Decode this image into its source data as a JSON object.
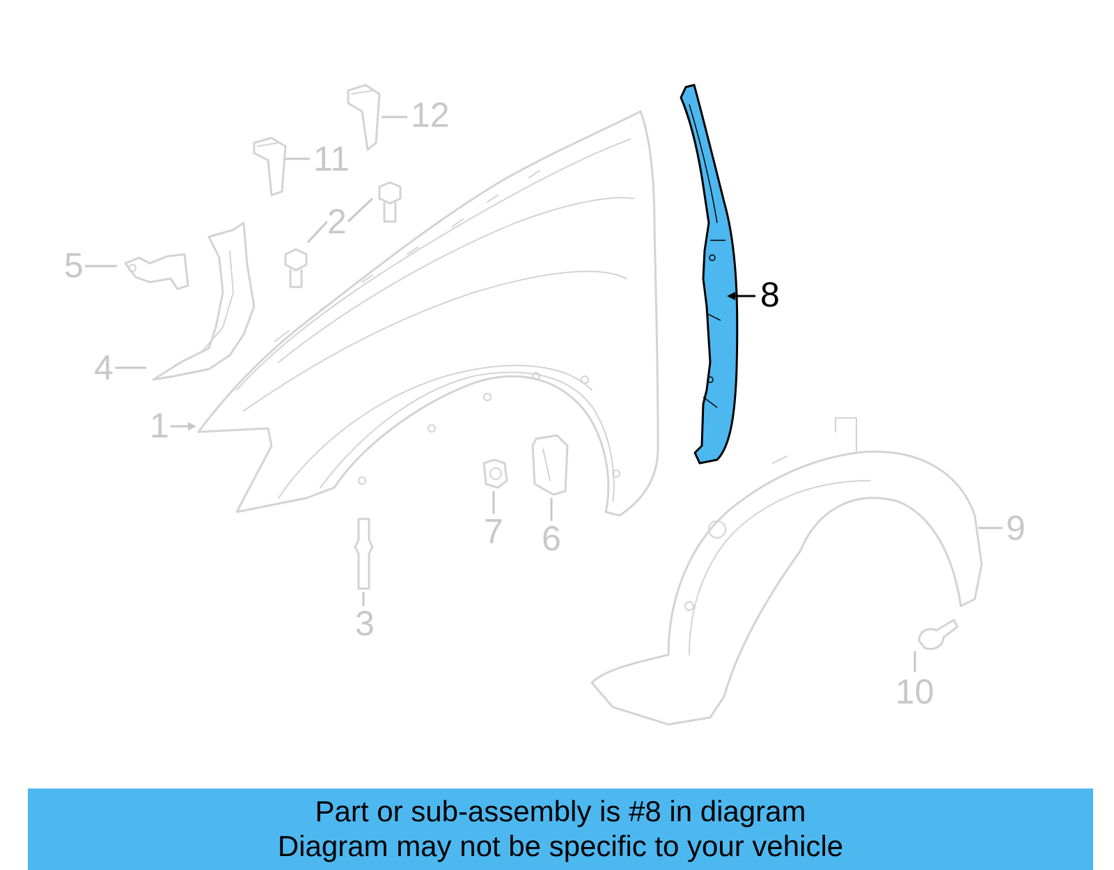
{
  "colors": {
    "highlight_fill": "#4db8f0",
    "caption_bg": "#4db8f0",
    "part_line": "#d3d3d3",
    "callout_muted": "#c8c8c8",
    "callout_active": "#000000"
  },
  "highlighted_part": "8",
  "callouts": {
    "c1": "1",
    "c2": "2",
    "c3": "3",
    "c4": "4",
    "c5": "5",
    "c6": "6",
    "c7": "7",
    "c8": "8",
    "c9": "9",
    "c10": "10",
    "c11": "11",
    "c12": "12"
  },
  "caption": {
    "line1": "Part or sub-assembly is #8 in diagram",
    "line2": "Diagram may not be specific to your vehicle"
  }
}
